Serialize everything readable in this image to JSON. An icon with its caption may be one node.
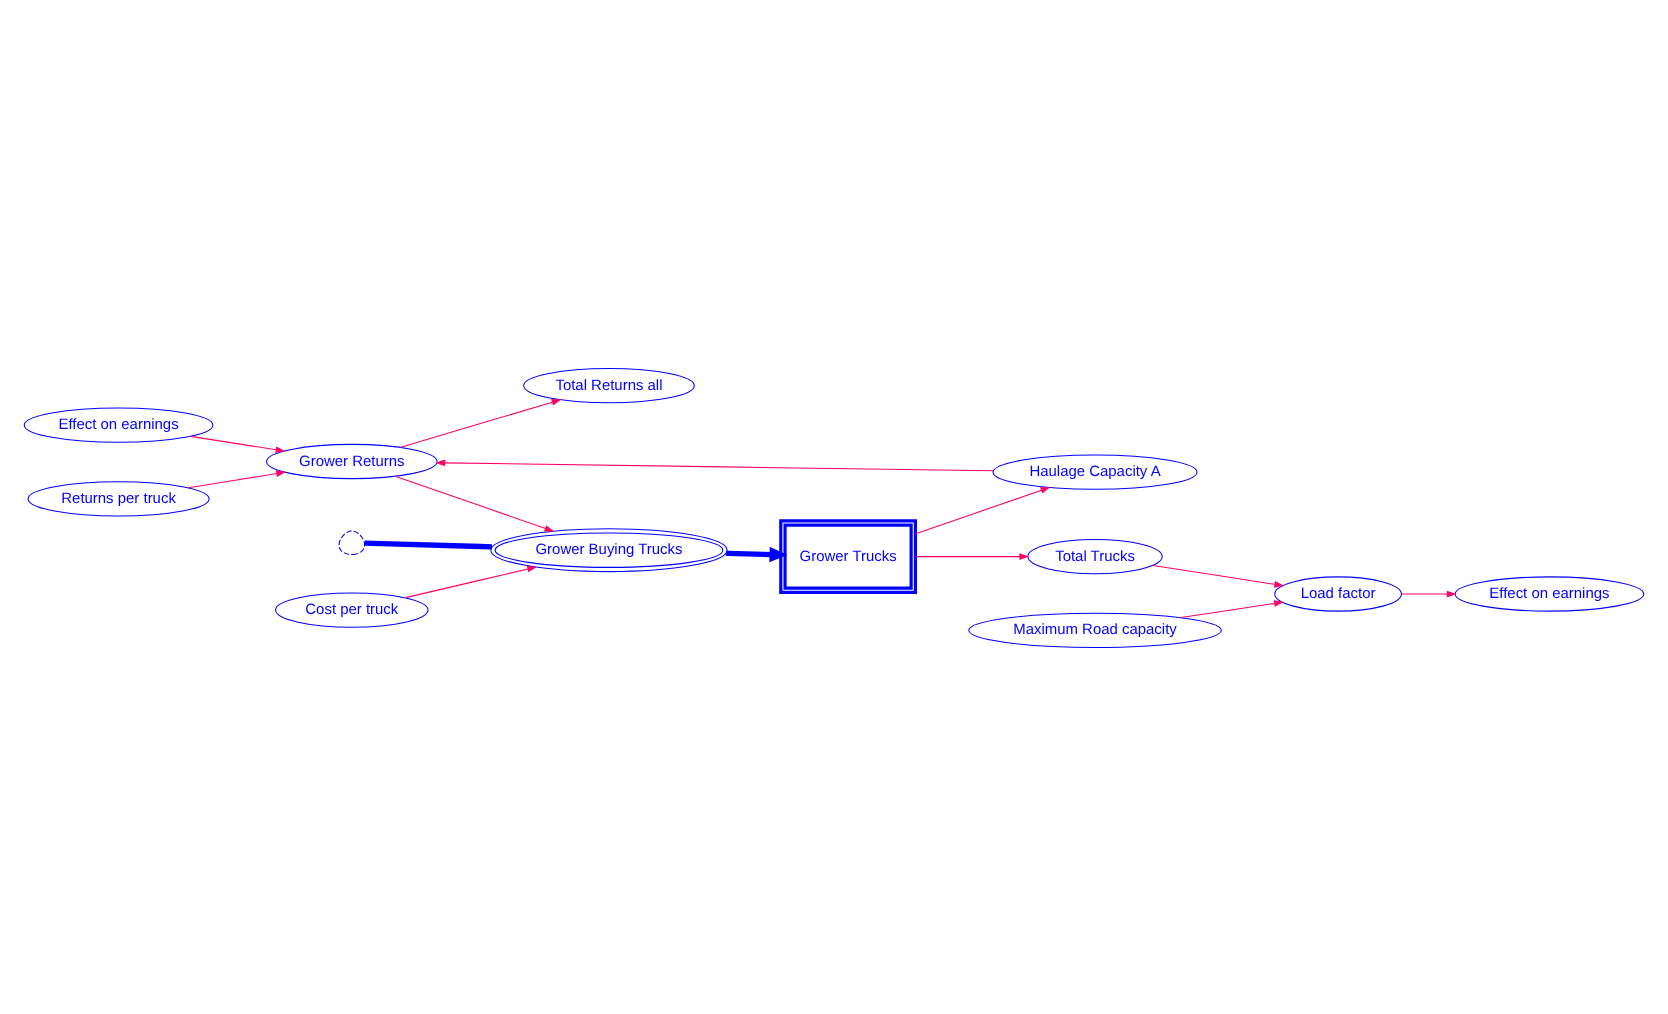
{
  "diagram": {
    "nodes": [
      {
        "text": [
          "Effect on earnings"
        ]
      },
      {
        "text": [
          "Total Returns all"
        ]
      },
      {
        "text": [
          "Grower Returns"
        ]
      },
      {
        "text": [
          "Returns per truck"
        ]
      },
      {
        "text": [
          "Haulage Capacity A"
        ]
      },
      {
        "text": [],
        "shape": "cloud"
      },
      {
        "text": [
          "Grower Buying Trucks"
        ]
      },
      {
        "text": [
          "Grower Trucks"
        ]
      },
      {
        "text": [
          "Maximum Road capacity"
        ]
      },
      {
        "text": [
          "Cost per truck"
        ]
      },
      {
        "text": [
          "Total Trucks"
        ]
      },
      {
        "text": [
          "Load factor"
        ]
      },
      {
        "text": [
          "Effect on earnings"
        ]
      }
    ],
    "edges": [
      {
        "from": 0,
        "to": 2,
        "arrow": "to"
      },
      {
        "from": 2,
        "to": 1,
        "arrow": "to"
      },
      {
        "from": 3,
        "to": 2,
        "arrow": "to"
      },
      {
        "from": 4,
        "to": 2,
        "arrow": "to"
      },
      {
        "from": 2,
        "to": 6,
        "arrow": "to"
      },
      {
        "from": 5,
        "to": 6,
        "arrow": "none",
        "style": "thick",
        "color": "#0000ff"
      },
      {
        "from": 6,
        "to": 7,
        "arrow": "to",
        "style": "thick",
        "color": "#0000ff"
      },
      {
        "from": 7,
        "to": 4,
        "arrow": "to"
      },
      {
        "from": 9,
        "to": 6,
        "arrow": "to"
      },
      {
        "from": 7,
        "to": 10,
        "arrow": "to"
      },
      {
        "from": 10,
        "to": 11,
        "arrow": "to"
      },
      {
        "from": 8,
        "to": 11,
        "arrow": "to"
      },
      {
        "from": 11,
        "to": 12,
        "arrow": "to"
      }
    ]
  }
}
